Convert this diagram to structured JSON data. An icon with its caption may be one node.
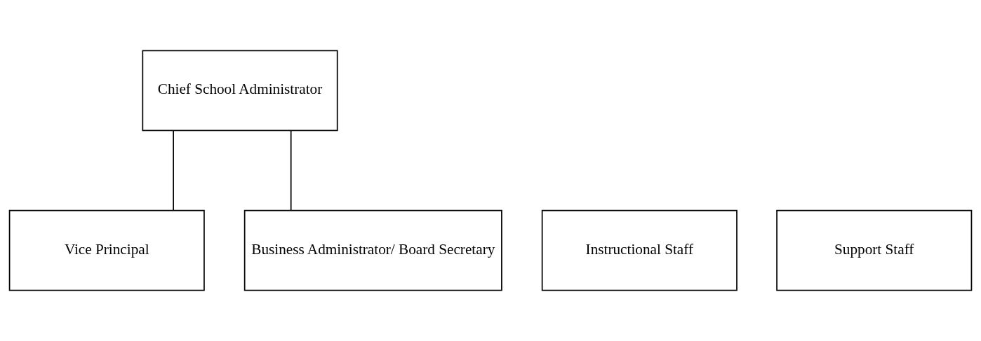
{
  "diagram": {
    "nodes": [
      {
        "text": [
          "Chief School Administrator"
        ]
      },
      {
        "text": [
          "Vice Principal"
        ]
      },
      {
        "text": [
          "Instructional Staff"
        ]
      },
      {
        "text": [
          "Support Staff"
        ]
      },
      {
        "text": [
          "Business Administrator/ Board Secretary"
        ]
      }
    ],
    "edges": [
      {
        "from": 0,
        "to": 1,
        "arrow": "none"
      },
      {
        "from": 0,
        "to": 4,
        "arrow": "none"
      }
    ]
  }
}
